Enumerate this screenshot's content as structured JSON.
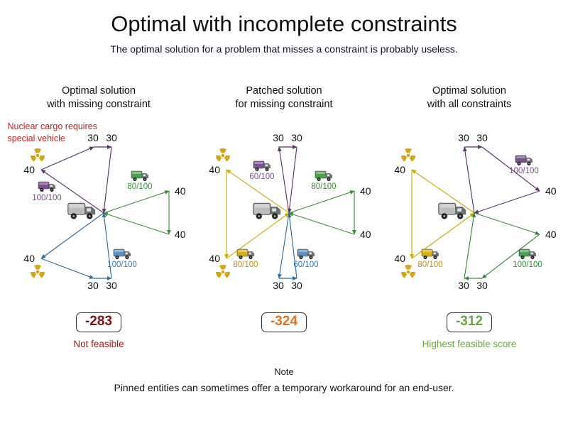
{
  "header": {
    "title": "Optimal with incomplete constraints",
    "subtitle": "The optimal solution for a problem that misses a constraint is probably useless."
  },
  "panels": [
    {
      "heading": [
        "Optimal solution",
        "with missing constraint"
      ],
      "annotation": [
        "Nuclear cargo requires",
        "special vehicle"
      ],
      "nodes": {
        "nw": "40",
        "n1": "30",
        "n2": "30",
        "e1": "40",
        "e2": "40",
        "sw": "40",
        "s1": "30",
        "s2": "30"
      },
      "vehicles": {
        "purple": "100/100",
        "green": "80/100",
        "blue": "100/100"
      },
      "score": "-283",
      "footnote": "Not feasible"
    },
    {
      "heading": [
        "Patched solution",
        "for missing constraint"
      ],
      "nodes": {
        "nw": "40",
        "n1": "30",
        "n2": "30",
        "e1": "40",
        "e2": "40",
        "sw": "40",
        "s1": "30",
        "s2": "30"
      },
      "vehicles": {
        "purple": "60/100",
        "green": "80/100",
        "gold": "80/100",
        "blue": "60/100"
      },
      "score": "-324"
    },
    {
      "heading": [
        "Optimal solution",
        "with all constraints"
      ],
      "nodes": {
        "nw": "40",
        "n1": "30",
        "n2": "30",
        "e1": "40",
        "e2": "40",
        "sw": "40",
        "s1": "30",
        "s2": "30"
      },
      "vehicles": {
        "purple": "100/100",
        "green": "100/100",
        "gold": "80/100"
      },
      "score": "-312",
      "footnote": "Highest feasible score"
    }
  ],
  "colors": {
    "route_purple": "#5a3566",
    "route_green": "#3c8c3c",
    "route_blue": "#2f6b9e",
    "route_gold": "#ccaa00",
    "nuclear_yellow": "#d6a513",
    "annotation_red": "#c42020",
    "score_infeasible": "#7a1212",
    "score_patched": "#e2711d",
    "score_optimal": "#64a83c"
  },
  "note": {
    "title": "Note",
    "body": "Pinned entities can sometimes offer a temporary workaround for an end-user."
  }
}
